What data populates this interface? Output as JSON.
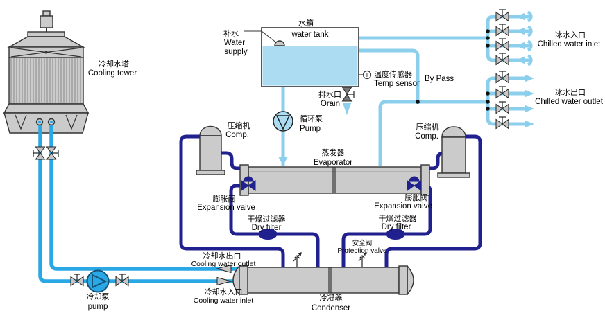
{
  "colors": {
    "pipe-chilled": "#8CCFED",
    "pipe-tower": "#2AA7E5",
    "pipe-refrigerant": "#20208E",
    "water-fill": "#ABDCF2",
    "equipment-fill": "#CBCBCB",
    "equipment-stroke": "#333333",
    "valve-fill": "#C6C6C6"
  },
  "components": {
    "cooling_tower": {
      "zh": "冷却水塔",
      "en": "Cooling tower"
    },
    "water_tank": {
      "zh": "水箱",
      "en": "water tank"
    },
    "water_supply": {
      "zh": "补水",
      "en1": "Water",
      "en2": "supply"
    },
    "temp_sensor": {
      "zh": "温度传感器",
      "en": "Temp sensor",
      "symbol": "T"
    },
    "bypass": {
      "en": "By Pass"
    },
    "drain": {
      "zh": "排水口",
      "en": "Orain"
    },
    "circulation_pump": {
      "zh": "循环泵",
      "en": "Pump"
    },
    "evaporator": {
      "zh": "蒸发器",
      "en": "Evaporator"
    },
    "compressor_left": {
      "zh": "压缩机",
      "en": "Comp."
    },
    "compressor_right": {
      "zh": "压缩机",
      "en": "Comp."
    },
    "expansion_valve_left": {
      "zh": "膨胀阀",
      "en": "Expansion valve"
    },
    "expansion_valve_right": {
      "zh": "膨胀阀",
      "en": "Expansion valve"
    },
    "dry_filter_left": {
      "zh": "干燥过滤器",
      "en": "Dry filter"
    },
    "dry_filter_right": {
      "zh": "干燥过滤器",
      "en": "Dry filter"
    },
    "protection_valve": {
      "zh": "安全阀",
      "en": "Protection valve"
    },
    "condenser": {
      "zh": "冷凝器",
      "en": "Condenser"
    },
    "cooling_pump": {
      "zh": "冷却泵",
      "en": "pump"
    },
    "cooling_water_outlet": {
      "zh": "冷却水出口",
      "en": "Cooling water outlet"
    },
    "cooling_water_inlet": {
      "zh": "冷却水入口",
      "en": "Cooling water inlet"
    },
    "chilled_water_inlet": {
      "zh": "冰水入口",
      "en": "Chilled water inlet"
    },
    "chilled_water_outlet": {
      "zh": "冰水出口",
      "en": "Chilled water outlet"
    }
  }
}
